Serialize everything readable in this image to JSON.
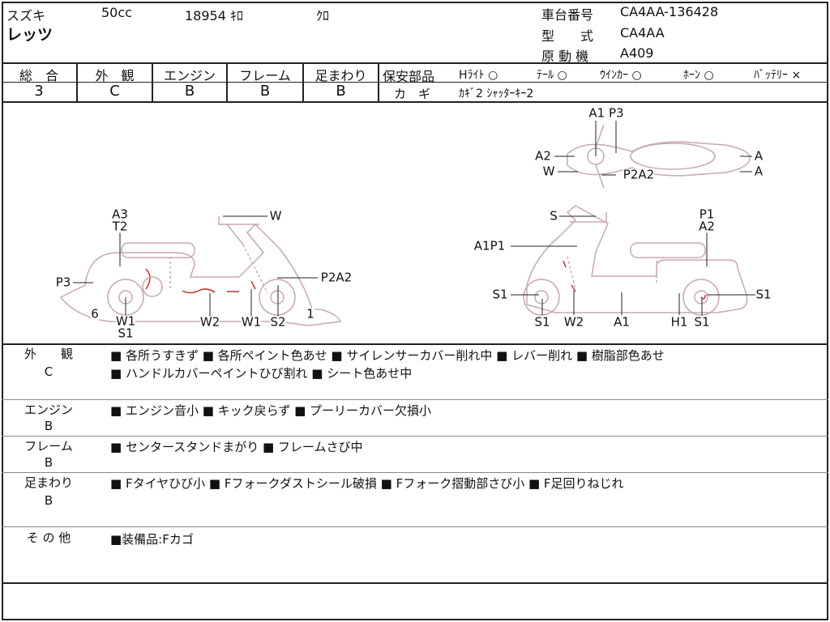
{
  "header": {
    "maker": "スズキ",
    "displacement": "50cc",
    "mileage": "18954 ｷﾛ",
    "color": "ｸﾛ",
    "model": "レッツ",
    "frame_no_label": "車台番号",
    "frame_no": "CA4AA-136428",
    "type_label": "型　　式",
    "type": "CA4AA",
    "engine_label": "原 動 機",
    "engine": "A409"
  },
  "ratings": [
    {
      "label": "総　合",
      "value": "3"
    },
    {
      "label": "外　観",
      "value": "C"
    },
    {
      "label": "エンジン",
      "value": "B"
    },
    {
      "label": "フレーム",
      "value": "B"
    },
    {
      "label": "足まわり",
      "value": "B"
    }
  ],
  "safety": {
    "label": "保安部品",
    "items": [
      "Hﾗｲﾄ ○",
      "ﾃｰﾙ ○",
      "ｳｲﾝｶｰ ○",
      "ﾎｰﾝ ○",
      "ﾊﾞｯﾃﾘｰ ×"
    ]
  },
  "keys": {
    "label": "カ　ギ",
    "value": "ｶｷﾞ2 ｼｬｯﾀｰｷｰ2"
  },
  "diagram": {
    "labels": [
      "A1 P3",
      "A2",
      "W",
      "P2A2",
      "A",
      "A",
      "A3",
      "T2",
      "W",
      "P3",
      "P2A2",
      "6",
      "W1",
      "S1",
      "W2",
      "W1",
      "S2",
      "1",
      "S",
      "P1",
      "A2",
      "A1P1",
      "S1",
      "S1",
      "S1",
      "W2",
      "A1",
      "H1",
      "S1"
    ]
  },
  "notes": [
    {
      "title": "外　　観",
      "grade": "C",
      "lines": [
        "■ 各所うすきず ■ 各所ペイント色あせ ■ サイレンサーカバー削れ中 ■ レバー削れ ■ 樹脂部色あせ",
        "■ ハンドルカバーペイントひび割れ ■ シート色あせ中"
      ]
    },
    {
      "title": "エンジン",
      "grade": "B",
      "lines": [
        "■ エンジン音小 ■ キック戻らず ■ プーリーカバー欠損小"
      ]
    },
    {
      "title": "フレーム",
      "grade": "B",
      "lines": [
        "■ センタースタンドまがり ■ フレームさび中"
      ]
    },
    {
      "title": "足まわり",
      "grade": "B",
      "lines": [
        "■ Fタイヤひび小 ■ Fフォークダストシール破損 ■ Fフォーク摺動部さび小 ■ F足回りねじれ"
      ]
    },
    {
      "title": "そ の 他",
      "grade": "",
      "lines": [
        "■装備品:Fカゴ"
      ]
    }
  ]
}
